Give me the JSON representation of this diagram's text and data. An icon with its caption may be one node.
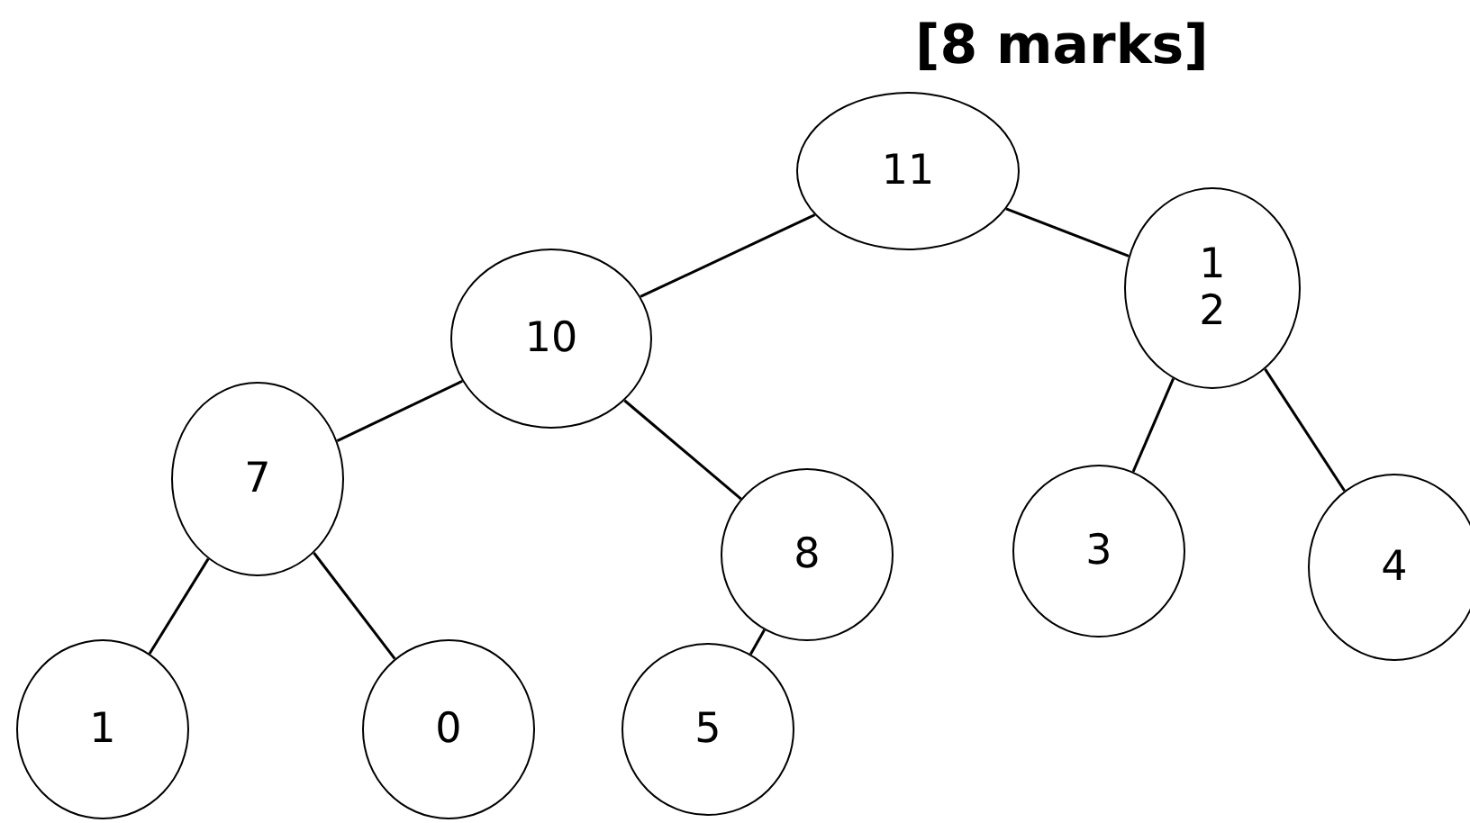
{
  "diagram": {
    "nodes": [
      {
        "text": [
          "11"
        ]
      },
      {
        "text": [
          "10"
        ]
      },
      {
        "text": [
          "1 2"
        ]
      },
      {
        "text": [
          "7"
        ]
      },
      {
        "text": [
          "8"
        ]
      },
      {
        "text": [
          "3"
        ]
      },
      {
        "text": [
          "4"
        ]
      },
      {
        "text": [
          "1"
        ]
      },
      {
        "text": [
          "0"
        ]
      },
      {
        "text": [
          "5"
        ]
      }
    ],
    "edges": [
      {
        "from": 0,
        "to": 1,
        "arrow": "none"
      },
      {
        "from": 0,
        "to": 2,
        "arrow": "none"
      },
      {
        "from": 1,
        "to": 3,
        "arrow": "none"
      },
      {
        "from": 1,
        "to": 4,
        "arrow": "none"
      },
      {
        "from": 2,
        "to": 5,
        "arrow": "none"
      },
      {
        "from": 2,
        "to": 6,
        "arrow": "none"
      },
      {
        "from": 3,
        "to": 7,
        "arrow": "none"
      },
      {
        "from": 3,
        "to": 8,
        "arrow": "none"
      },
      {
        "from": 4,
        "to": 9,
        "arrow": "none"
      }
    ],
    "labels": [
      "[8 marks]"
    ]
  }
}
